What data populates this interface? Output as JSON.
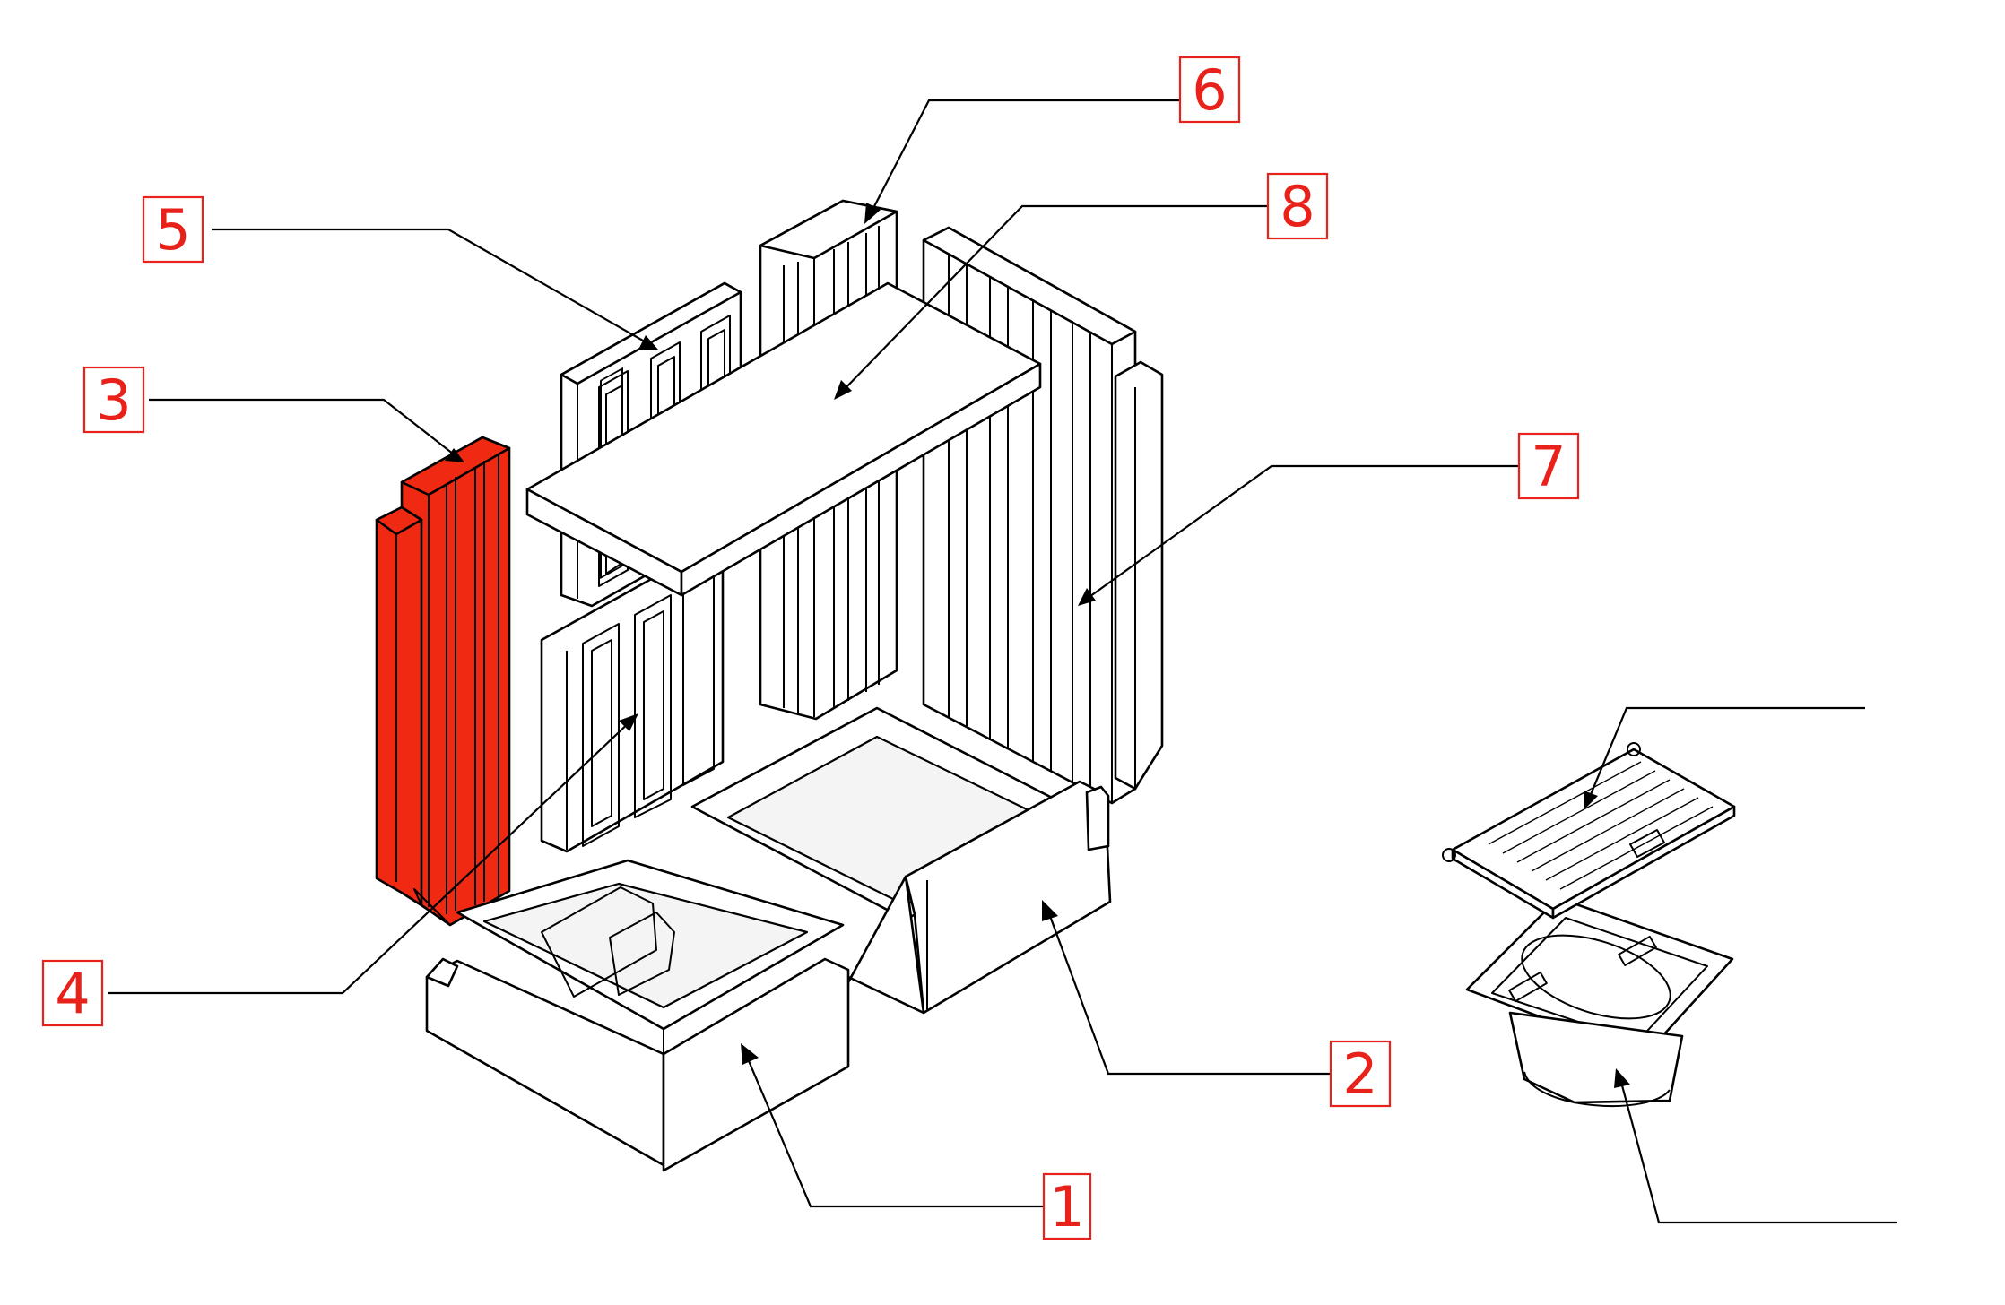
{
  "diagram": {
    "highlight_color": "#f02a12",
    "callout_color": "#e8221a",
    "callouts": [
      {
        "id": "c1",
        "label": "1"
      },
      {
        "id": "c2",
        "label": "2"
      },
      {
        "id": "c3",
        "label": "3"
      },
      {
        "id": "c4",
        "label": "4"
      },
      {
        "id": "c5",
        "label": "5"
      },
      {
        "id": "c6",
        "label": "6"
      },
      {
        "id": "c7",
        "label": "7"
      },
      {
        "id": "c8",
        "label": "8"
      }
    ],
    "highlighted_part": "3"
  }
}
